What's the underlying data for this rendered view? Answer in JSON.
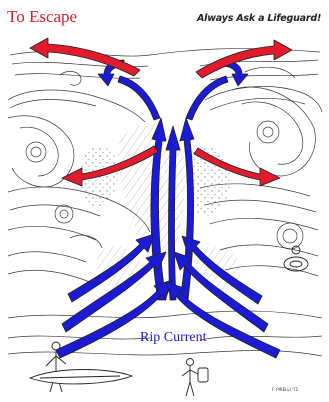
{
  "labels": {
    "escape": "To Escape",
    "lifeguard": "Always Ask a Lifeguard!",
    "rip_current": "Rip Current"
  },
  "signature": "F. PIRELLI '71",
  "colors": {
    "escape_arrow": "#e11b2b",
    "current_arrow": "#1b1bd6",
    "arrow_outline": "#222222",
    "line_art": "#3a3a3a",
    "escape_text": "#e01a2a",
    "lifeguard_text": "#222222",
    "rip_text": "#1a1ad0"
  },
  "icons": {
    "escape_arrows": "red-arrow-icon",
    "current_arrows": "blue-arrow-icon",
    "surfer": "surfer-icon",
    "lifeguard": "lifeguard-icon",
    "swimmer": "swimmer-icon"
  }
}
